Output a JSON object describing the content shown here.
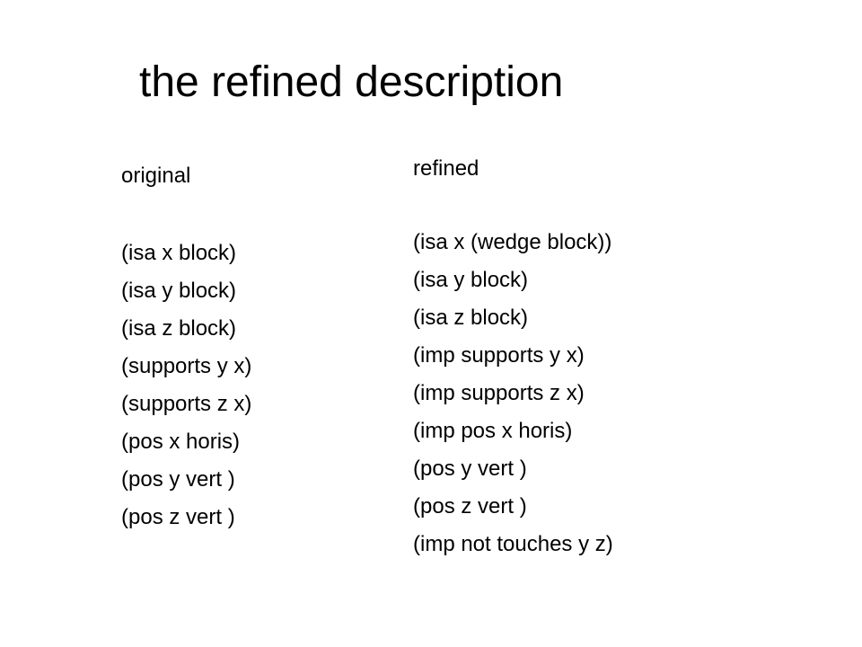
{
  "slide": {
    "title": "the refined description",
    "original": {
      "heading": "original",
      "items": [
        "(isa x block)",
        "(isa y block)",
        "(isa z block)",
        "(supports y x)",
        "(supports z x)",
        "(pos x horis)",
        "(pos y vert )",
        "(pos z vert )"
      ]
    },
    "refined": {
      "heading": "refined",
      "items": [
        "(isa x (wedge block))",
        "(isa y block)",
        "(isa z block)",
        "(imp supports y x)",
        "(imp supports z x)",
        "(imp pos x horis)",
        "(pos y vert )",
        "(pos z vert )",
        "(imp not touches y z)"
      ]
    }
  }
}
